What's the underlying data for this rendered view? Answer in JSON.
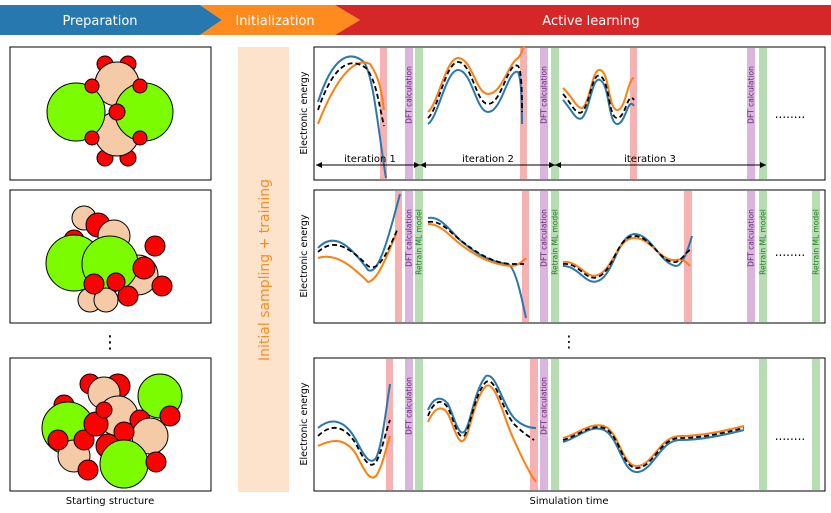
{
  "header": {
    "preparation": "Preparation",
    "initialization": "Initialization",
    "active_learning": "Active learning",
    "colors": {
      "preparation": "#2878b0",
      "initialization": "#ff8a1e",
      "active_learning": "#d62728"
    }
  },
  "left_column": {
    "caption": "Starting structure",
    "ellipsis": "⋮",
    "atom_colors": {
      "large": "#7cfc00",
      "medium": "#f5cba7",
      "small": "#ff0000"
    }
  },
  "middle": {
    "label": "Initial sampling + training",
    "colors": {
      "box": "#fde3cc",
      "text": "#ff8a1e"
    }
  },
  "panels": {
    "ylabel": "Electronic energy",
    "xlabel": "Simulation time",
    "dft_label": "DFT calculation",
    "retrain_label": "Retrain ML model",
    "iterations": [
      "iteration 1",
      "iteration 2",
      "iteration 3"
    ],
    "dots": "........",
    "ellipsis": "⋮",
    "colors": {
      "blue": "#2b78ae",
      "orange": "#ff7f0e",
      "reference": "#000000",
      "red_band": "#f4a4a4",
      "purple_band": "#d3a8d8",
      "green_band": "#a9d8a4"
    }
  }
}
